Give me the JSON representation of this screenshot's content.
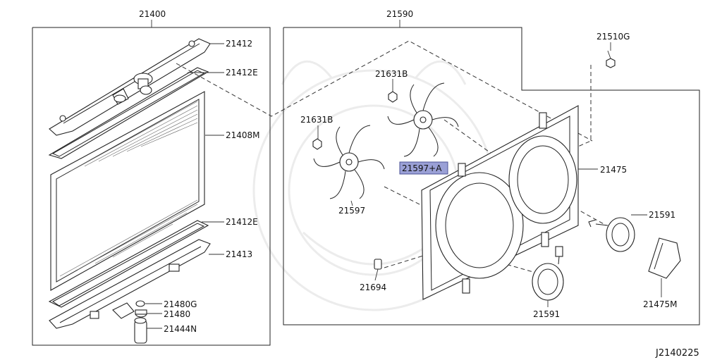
{
  "assembly_labels": {
    "radiator_assembly": "21400",
    "fan_assembly": "21590"
  },
  "parts": {
    "p21412": "21412",
    "p21412E_top": "21412E",
    "p21408M": "21408M",
    "p21412E_bottom": "21412E",
    "p21413": "21413",
    "p21480G": "21480G",
    "p21480": "21480",
    "p21444N": "21444N",
    "p21510G": "21510G",
    "p21631B_right": "21631B",
    "p21631B_left": "21631B",
    "p21597": "21597",
    "p21597A": "21597+A",
    "p21475": "21475",
    "p21591_right": "21591",
    "p21694": "21694",
    "p21591_bottom": "21591",
    "p21475M": "21475M"
  },
  "drawing_code": "J2140225",
  "colors": {
    "highlight_fill": "#9aa0d6",
    "line": "#222222"
  }
}
